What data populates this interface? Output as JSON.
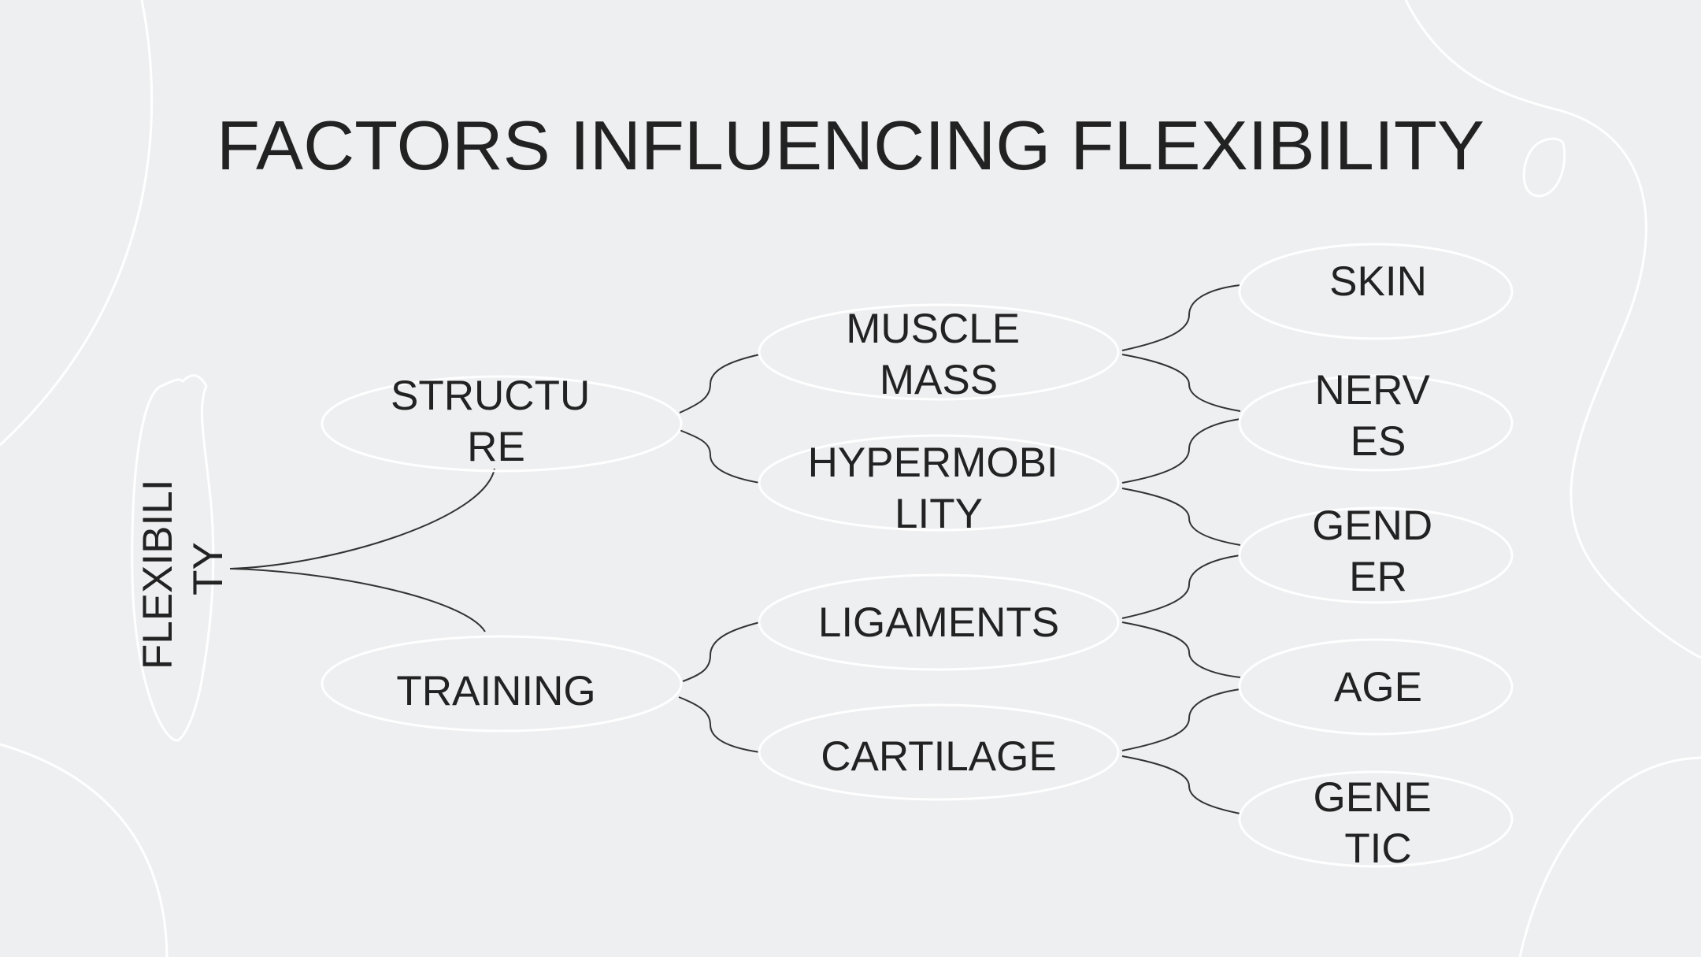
{
  "slide": {
    "title": "FACTORS INFLUENCING FLEXIBILITY"
  },
  "mindmap": {
    "root": {
      "lines": [
        "FLEXIBILI",
        "TY"
      ]
    },
    "branches": [
      {
        "id": "structure",
        "lines": [
          "STRUCTU",
          "RE"
        ]
      },
      {
        "id": "training",
        "lines": [
          "TRAINING"
        ]
      }
    ],
    "factors": [
      {
        "id": "muscle-mass",
        "parent": "structure",
        "lines": [
          "MUSCLE",
          "MASS"
        ]
      },
      {
        "id": "hypermobility",
        "parent": "structure",
        "lines": [
          "HYPERMOBI",
          "LITY"
        ]
      },
      {
        "id": "ligaments",
        "parent": "training",
        "lines": [
          "LIGAMENTS"
        ]
      },
      {
        "id": "cartilage",
        "parent": "training",
        "lines": [
          "CARTILAGE"
        ]
      }
    ],
    "leaves": [
      {
        "id": "skin",
        "lines": [
          "SKIN"
        ]
      },
      {
        "id": "nerves",
        "lines": [
          "NERV",
          "ES"
        ]
      },
      {
        "id": "gender",
        "lines": [
          "GEND",
          "ER"
        ]
      },
      {
        "id": "age",
        "lines": [
          "AGE"
        ]
      },
      {
        "id": "genetic",
        "lines": [
          "GENE",
          "TIC"
        ]
      }
    ]
  },
  "colors": {
    "background": "#eeeff1",
    "node_outline": "#ffffff",
    "connector": "#333333",
    "text": "#222222"
  }
}
